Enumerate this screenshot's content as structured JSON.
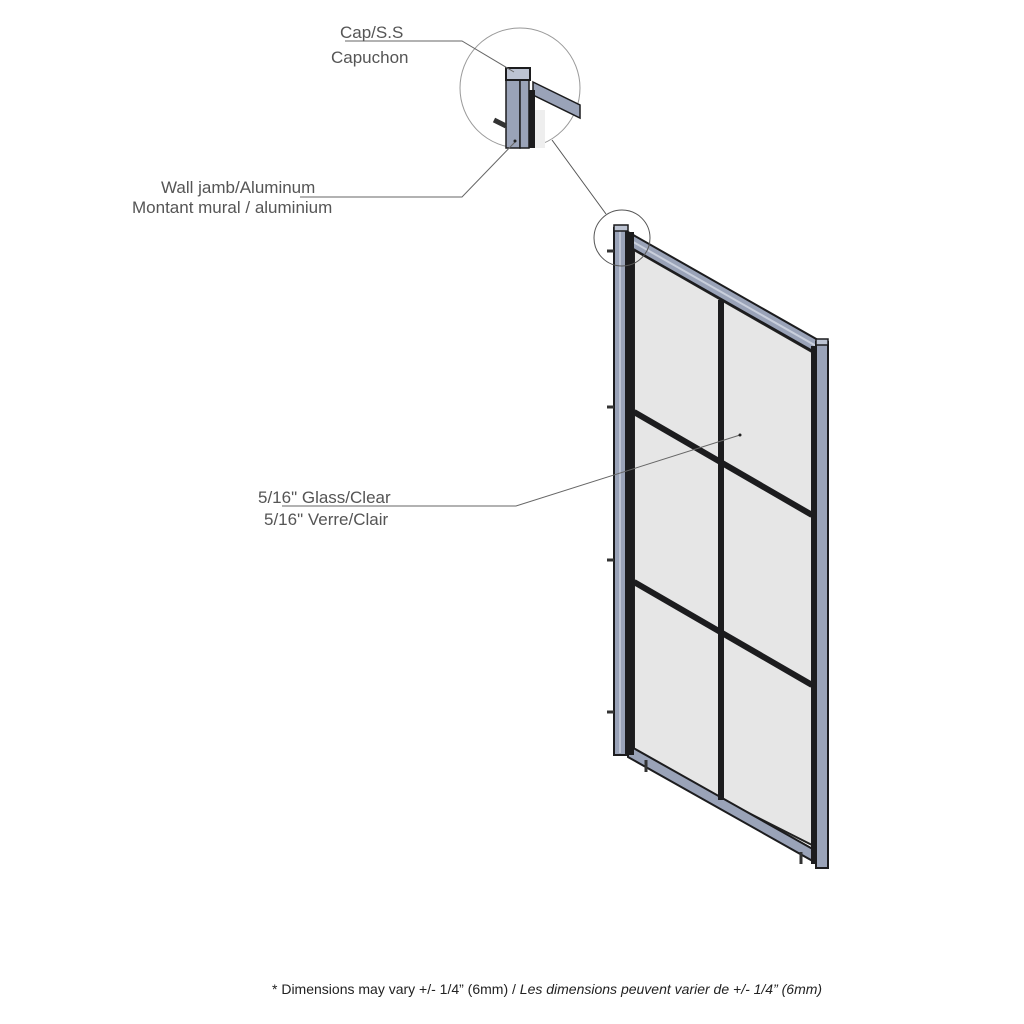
{
  "labels": {
    "cap_en": "Cap/S.S",
    "cap_fr": "Capuchon",
    "jamb_en": "Wall jamb/Aluminum",
    "jamb_fr": "Montant mural / aluminium",
    "glass_en": "5/16\" Glass/Clear",
    "glass_fr": "5/16\" Verre/Clair"
  },
  "footnote": {
    "en": "* Dimensions may vary +/- 1/4” (6mm) / ",
    "fr": "Les dimensions peuvent varier de +/- 1/4” (6mm)"
  },
  "colors": {
    "frame": "#9aa3b8",
    "dark": "#1c1c1e",
    "glass": "#e6e6e6",
    "leader": "#666666"
  }
}
